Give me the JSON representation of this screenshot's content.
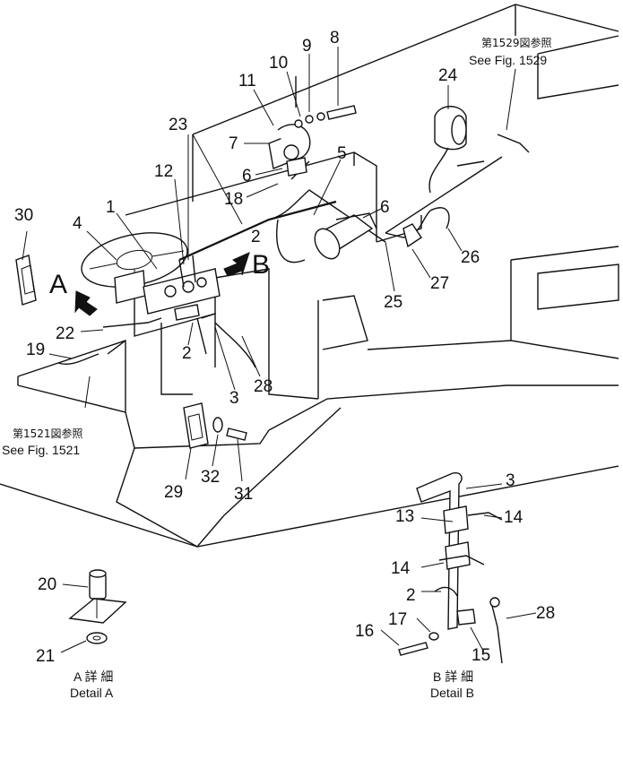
{
  "callouts": [
    "1",
    "2",
    "2",
    "2",
    "3",
    "3",
    "4",
    "5",
    "6",
    "6",
    "7",
    "8",
    "9",
    "10",
    "11",
    "12",
    "13",
    "14",
    "14",
    "15",
    "16",
    "17",
    "18",
    "19",
    "20",
    "21",
    "22",
    "23",
    "24",
    "25",
    "26",
    "27",
    "28",
    "28",
    "29",
    "30",
    "31",
    "32"
  ],
  "view_labels": {
    "a": "A",
    "b": "B"
  },
  "refs": {
    "fig1529_jp": "第1529図参照",
    "fig1529_en": "See Fig. 1529",
    "fig1521_jp": "第1521図参照",
    "fig1521_en": "See Fig. 1521"
  },
  "details": {
    "a_jp": "A 詳 細",
    "a_en": "Detail A",
    "b_jp": "B 詳 細",
    "b_en": "Detail B"
  }
}
